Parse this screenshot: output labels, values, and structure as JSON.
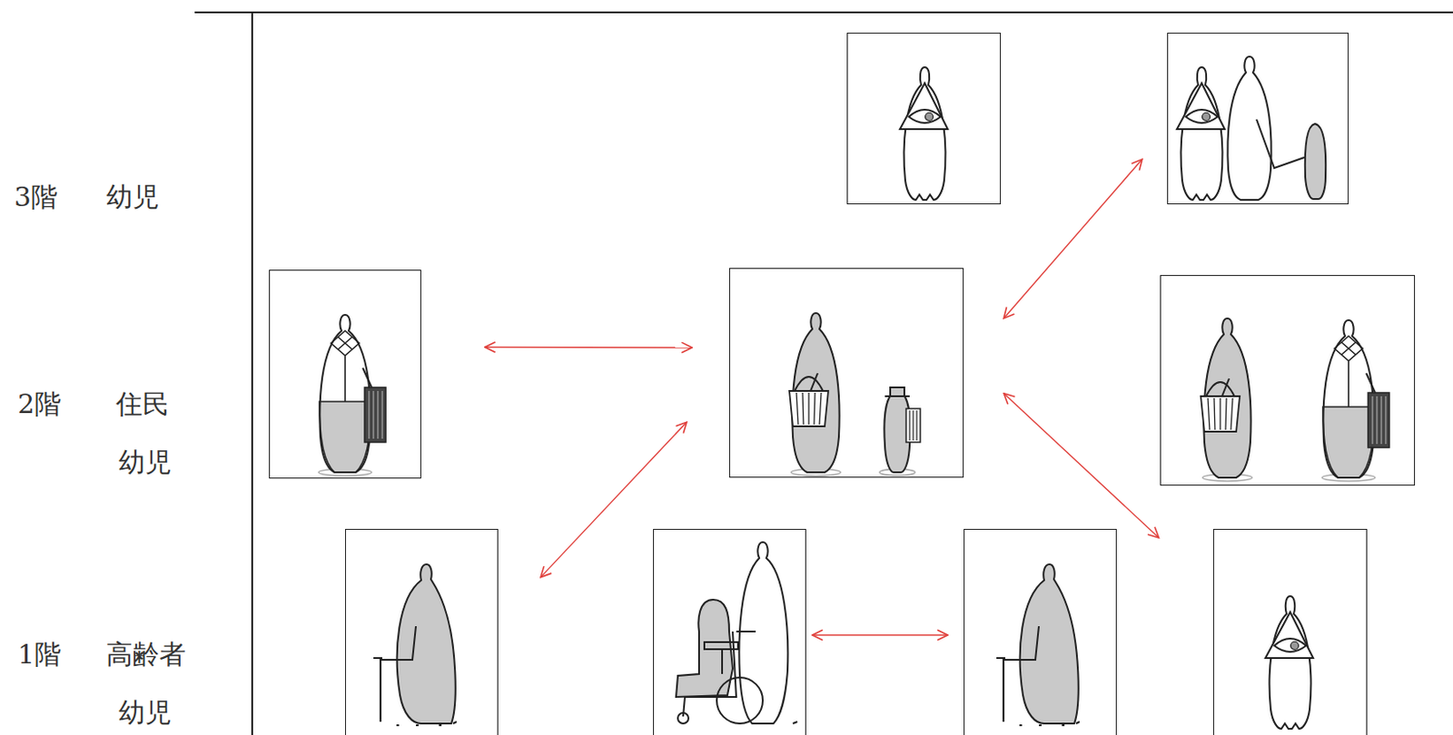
{
  "diagram": {
    "nodes": [
      {
        "text": []
      },
      {
        "text": []
      },
      {
        "text": []
      },
      {
        "text": []
      },
      {
        "text": []
      },
      {
        "text": []
      },
      {
        "text": []
      },
      {
        "text": []
      },
      {
        "text": []
      }
    ],
    "edges": [
      {
        "from": 2,
        "to": 3,
        "arrow": "both"
      },
      {
        "from": 3,
        "to": 1,
        "arrow": "both"
      },
      {
        "from": 3,
        "to": 5,
        "arrow": "both"
      },
      {
        "from": 3,
        "to": 8,
        "arrow": "both"
      },
      {
        "from": 6,
        "to": 7,
        "arrow": "both"
      }
    ],
    "labels": [
      "3階",
      "幼児",
      "2階",
      "住民",
      "幼児",
      "1階",
      "高齢者",
      "幼児"
    ]
  }
}
